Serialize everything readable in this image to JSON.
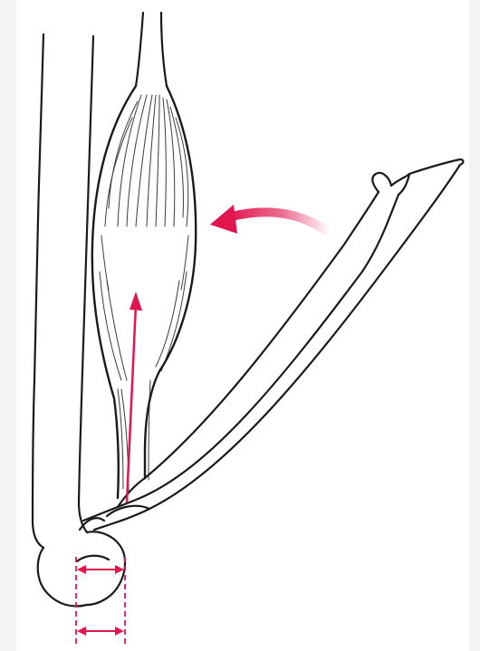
{
  "figure": {
    "labels": [],
    "colors": {
      "line": "#1a1a1a",
      "accent": "#e0164f",
      "background": "#ffffff",
      "border": "#f3f3f3"
    },
    "parts": {
      "upper_arm": "humerus",
      "forearm": "forearm-bone",
      "muscle": "biceps-muscle",
      "joint": "elbow-joint",
      "rotation_arrow": "curved-arrow",
      "force_arrow": "force-arrow",
      "lever_arm": "lever-arm-dimension"
    }
  }
}
